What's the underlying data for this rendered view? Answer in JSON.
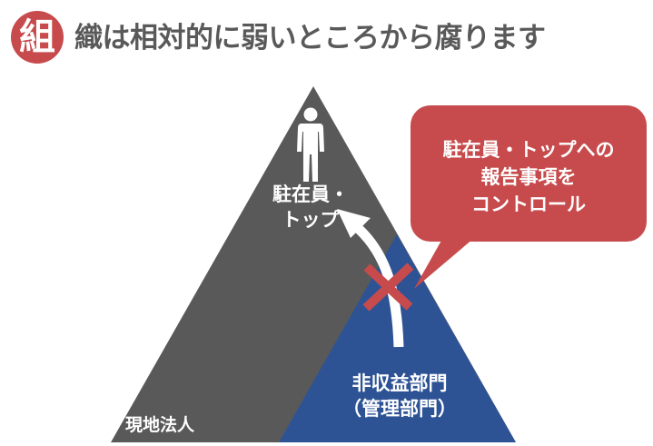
{
  "header": {
    "badge": "組",
    "title": "織は相対的に弱いところから腐ります"
  },
  "diagram": {
    "exec_label": [
      "駐在員・",
      "トップ"
    ],
    "nonrevenue_label": [
      "非収益部門",
      "（管理部門）"
    ],
    "local_entity_label": "現地法人",
    "callout_lines": [
      "駐在員・トップへの",
      "報告事項を",
      "コントロール"
    ],
    "colors": {
      "large_triangle": "#595959",
      "small_triangle": "#2e5395",
      "callout": "#c74b4c",
      "cross": "#c74b4c",
      "badge": "#c74b4c"
    }
  }
}
